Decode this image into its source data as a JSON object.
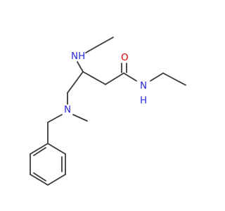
{
  "molecule": {
    "atom_labels": {
      "amine_nh": "NH",
      "carbonyl_o": "O",
      "amide_nh_n": "N",
      "amide_nh_h": "H",
      "tertiary_n": "N"
    },
    "colors": {
      "bond": "#3a3a3a",
      "nitrogen": "#2b2bd6",
      "oxygen": "#e00000",
      "background": "#ffffff"
    }
  }
}
